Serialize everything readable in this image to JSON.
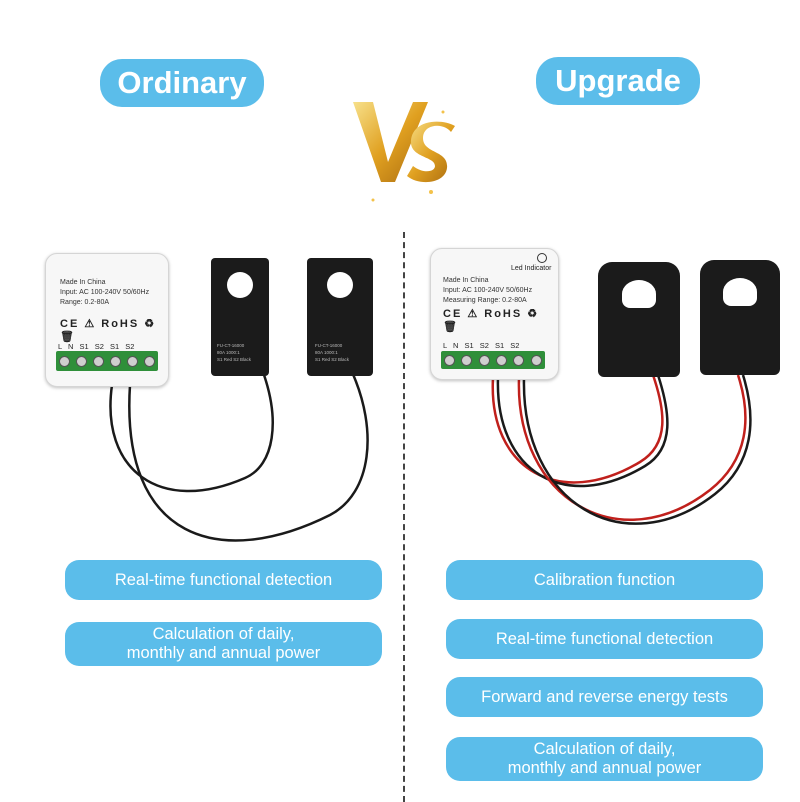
{
  "headers": {
    "left": "Ordinary",
    "right": "Upgrade"
  },
  "vs_logo": "VS",
  "devices": {
    "left": {
      "label_lines": "Made In China\nInput: AC 100-240V 50/60Hz\nRange: 0.2-80A",
      "certs": "CE ⚠ RoHS ♻ 🗑",
      "terminals": "L  N  S1  S2  S1  S2",
      "ct_label": "FU-CT-16000\n80A 1000:1\nS1 Red S2 Black"
    },
    "right": {
      "label_lines": "Made In China\nInput: AC 100-240V 50/60Hz\nMeasuring Range: 0.2-80A",
      "led_label": "Led Indicator",
      "certs": "CE ⚠ RoHS ♻ 🗑",
      "terminals": "L  N  S1  S2  S1  S2"
    }
  },
  "features": {
    "left": [
      "Real-time functional detection",
      "Calculation of daily,\nmonthly and annual power"
    ],
    "right": [
      "Calibration function",
      "Real-time functional detection",
      "Forward and reverse energy tests",
      "Calculation of daily,\nmonthly and annual power"
    ]
  },
  "colors": {
    "pill": "#5bbdea",
    "pill_text": "#ffffff",
    "wire_red": "#c0201c",
    "wire_black": "#1a1a1a"
  }
}
